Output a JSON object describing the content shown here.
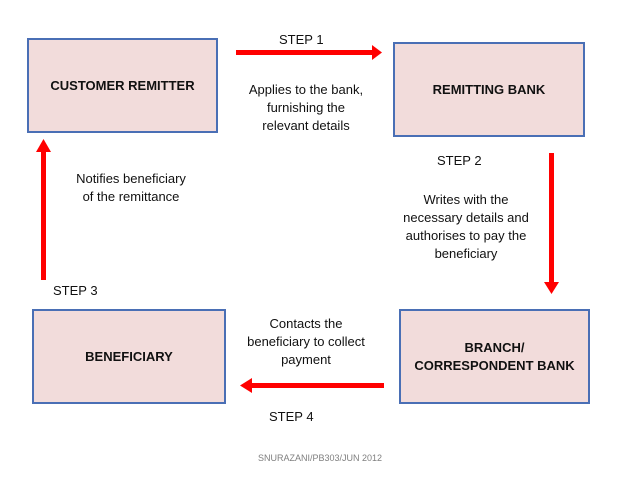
{
  "nodes": {
    "customer_remitter": "CUSTOMER REMITTER",
    "remitting_bank": "REMITTING BANK",
    "beneficiary": "BENEFICIARY",
    "branch_bank_line1": "BRANCH/",
    "branch_bank_line2": "CORRESPONDENT BANK"
  },
  "steps": {
    "step1": "STEP 1",
    "step2": "STEP 2",
    "step3": "STEP 3",
    "step4": "STEP 4"
  },
  "descriptions": {
    "step1": [
      "Applies to the bank,",
      "furnishing the",
      "relevant details"
    ],
    "step2": [
      "Writes with the",
      "necessary details and",
      "authorises to pay the",
      "beneficiary"
    ],
    "step3": [
      "Notifies beneficiary",
      "of the remittance"
    ],
    "step4": [
      "Contacts the",
      "beneficiary to collect",
      "payment"
    ]
  },
  "footer": "SNURAZANI/PB303/JUN 2012",
  "colors": {
    "box_fill": "#f2dcdb",
    "box_border": "#4a6fb5",
    "arrow": "#ff0000"
  }
}
